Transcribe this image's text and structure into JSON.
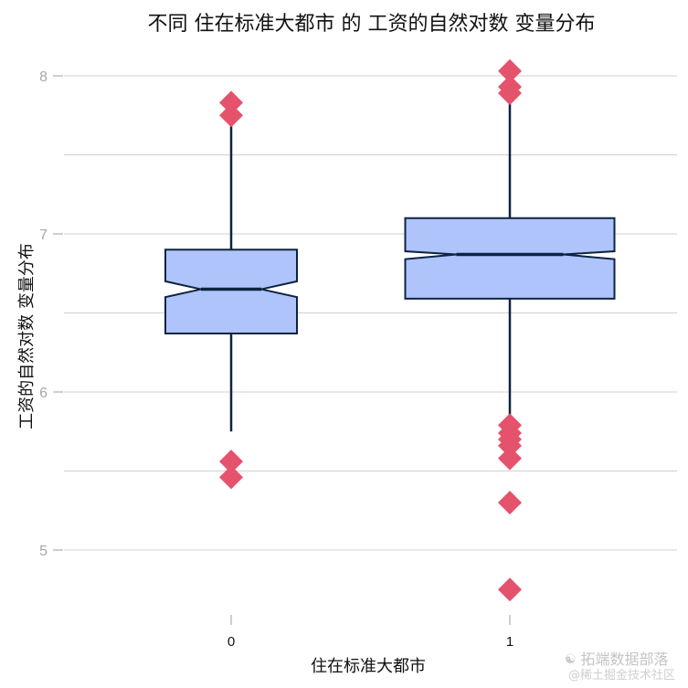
{
  "chart_data": {
    "type": "boxplot",
    "title": "不同 住在标准大都市 的 工资的自然对数 变量分布",
    "xlabel": "住在标准大都市",
    "ylabel": "工资的自然对数 变量分布",
    "categories": [
      "0",
      "1"
    ],
    "ylim": [
      4.55,
      8.1
    ],
    "y_ticks": [
      5,
      6,
      7,
      8
    ],
    "y_minor_grid": [
      5.5,
      6.5,
      7.5
    ],
    "grid": true,
    "notched": true,
    "legend": null,
    "boxes": [
      {
        "category": "0",
        "whisker_low": 5.75,
        "q1": 6.37,
        "median": 6.65,
        "q3": 6.9,
        "whisker_high": 7.73,
        "notch_low": 6.6,
        "notch_high": 6.7,
        "outliers": [
          7.83,
          7.75,
          5.56,
          5.46
        ]
      },
      {
        "category": "1",
        "whisker_low": 5.84,
        "q1": 6.59,
        "median": 6.87,
        "q3": 7.1,
        "whisker_high": 7.83,
        "notch_low": 6.84,
        "notch_high": 6.89,
        "outliers": [
          8.03,
          7.93,
          7.89,
          5.79,
          5.74,
          5.7,
          5.66,
          5.58,
          5.3,
          4.75
        ]
      }
    ],
    "colors": {
      "box_fill": "#aec4fb",
      "box_stroke": "#0d2440",
      "outlier": "#e5526c",
      "grid": "#d0d0d0",
      "tick_label": "#a8a8a8"
    }
  },
  "watermark": {
    "line1": "拓端数据部落",
    "line2": "@稀土掘金技术社区",
    "icon": "wechat-icon"
  }
}
